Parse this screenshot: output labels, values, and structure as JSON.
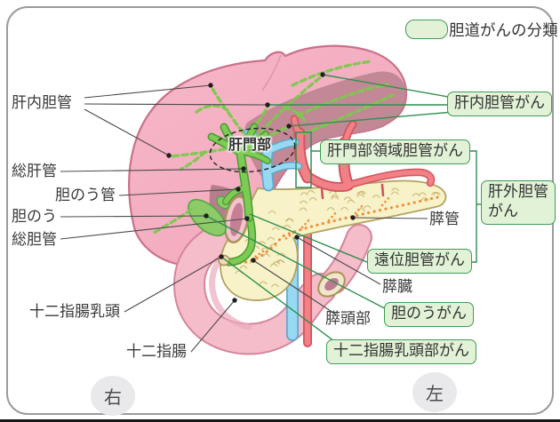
{
  "legend": {
    "title": "胆道がんの分類"
  },
  "labels": {
    "intrahepatic_bile_duct": "肝内胆管",
    "common_hepatic_duct": "総肝管",
    "cystic_duct": "胆のう管",
    "gallbladder": "胆のう",
    "common_bile_duct": "総胆管",
    "duodenal_papilla": "十二指腸乳頭",
    "duodenum": "十二指腸",
    "hepatic_hilum": "肝門部",
    "pancreatic_duct": "膵管",
    "pancreas": "膵臓",
    "pancreatic_head": "膵頭部"
  },
  "cancer_boxes": {
    "intrahepatic": "肝内胆管がん",
    "perihilar": "肝門部領域胆管がん",
    "extrahepatic": "肝外胆管がん",
    "distal": "遠位胆管がん",
    "gallbladder": "胆のうがん",
    "papilla": "十二指腸乳頭部がん"
  },
  "orientation": {
    "right": "右",
    "left": "左"
  },
  "colors": {
    "liver": "#f2a6ba",
    "liver_light": "#f6b7c8",
    "liver_shadow": "#c08694",
    "liver_shadow2": "#b67e8c",
    "liver_outline": "#c9718a",
    "duct_green": "#7ccb52",
    "duct_green_edge": "#4a9a38",
    "dash_duct": "#7cc84e",
    "gallbladder_green": "#8ccb67",
    "portal_blue": "#98d8f2",
    "portal_blue_edge": "#5fa8cd",
    "artery_red": "#f28087",
    "artery_red_edge": "#d2545e",
    "pancreas": "#f8f2c8",
    "pancreas_edge": "#b3a263",
    "panc_duct_orange": "#ef8f3c",
    "duodenum": "#f5bcc9",
    "duodenum_edge": "#d4869b",
    "cut_rim": "#f0e6cb",
    "cut_rim_edge": "#a99257",
    "cut_lumen": "#bd7b91",
    "box_bg": "#e1f2d6",
    "box_border": "#3f9b57",
    "circle_bg": "#e9e9ec"
  }
}
